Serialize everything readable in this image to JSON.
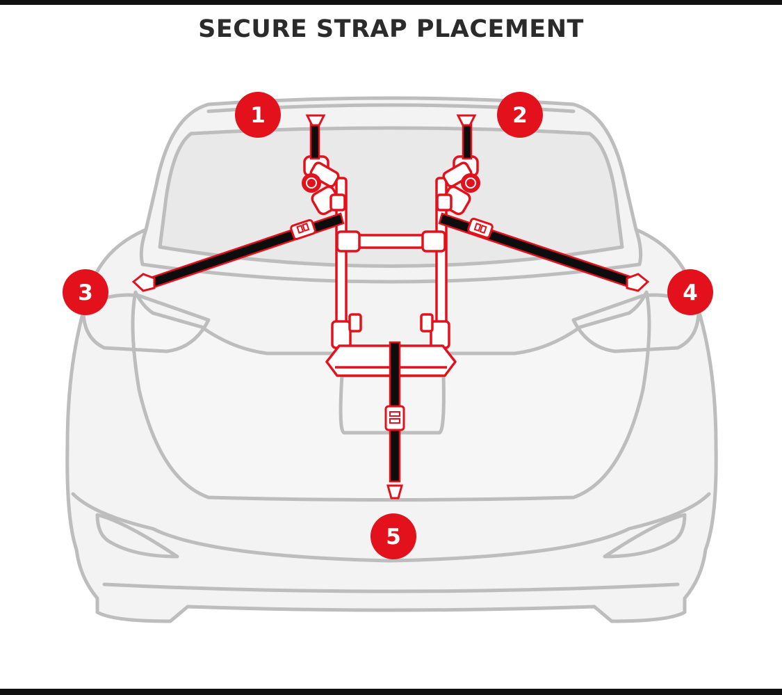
{
  "title": "SECURE STRAP PLACEMENT",
  "colors": {
    "accent": "#e3111b",
    "strap": "#0d0d0d",
    "car_outline": "#bdbdbd",
    "car_fill": "#f4f4f4",
    "title": "#2b2b2b"
  },
  "badges": [
    {
      "number": "1"
    },
    {
      "number": "2"
    },
    {
      "number": "3"
    },
    {
      "number": "4"
    },
    {
      "number": "5"
    }
  ]
}
